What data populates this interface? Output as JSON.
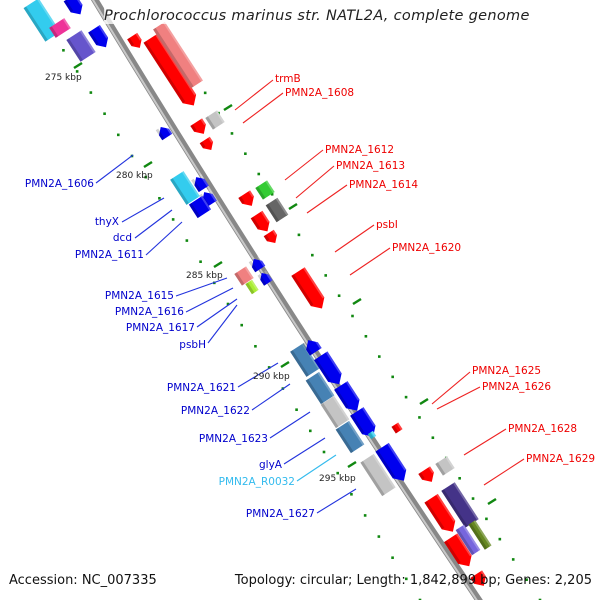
{
  "title": "Prochlorococcus marinus str. NATL2A, complete genome",
  "footer": {
    "accession": "Accession: NC_007335",
    "summary": "Topology: circular; Length: 1,842,899 bp; Genes: 2,205"
  },
  "colors": {
    "backbone": "#8c8c8c",
    "forward_label": "#ee0000",
    "reverse_label": "#0000cc",
    "rna_label": "#33bbee",
    "tick": "#118811",
    "tick_label": "#222222"
  },
  "ticks": [
    {
      "label": "275 kbp"
    },
    {
      "label": "280 kbp"
    },
    {
      "label": "285 kbp"
    },
    {
      "label": "290 kbp"
    },
    {
      "label": "295 kbp"
    }
  ],
  "labels_forward": [
    {
      "text": "trmB"
    },
    {
      "text": "PMN2A_1608"
    },
    {
      "text": "PMN2A_1612"
    },
    {
      "text": "PMN2A_1613"
    },
    {
      "text": "PMN2A_1614"
    },
    {
      "text": "psbI"
    },
    {
      "text": "PMN2A_1620"
    },
    {
      "text": "PMN2A_1625"
    },
    {
      "text": "PMN2A_1626"
    },
    {
      "text": "PMN2A_1628"
    },
    {
      "text": "PMN2A_1629"
    }
  ],
  "labels_reverse": [
    {
      "text": "PMN2A_1606"
    },
    {
      "text": "thyX"
    },
    {
      "text": "dcd"
    },
    {
      "text": "PMN2A_1611"
    },
    {
      "text": "PMN2A_1615"
    },
    {
      "text": "PMN2A_1616"
    },
    {
      "text": "PMN2A_1617"
    },
    {
      "text": "psbH"
    },
    {
      "text": "PMN2A_1621"
    },
    {
      "text": "PMN2A_1622"
    },
    {
      "text": "PMN2A_1623"
    },
    {
      "text": "glyA"
    },
    {
      "text": "PMN2A_R0032",
      "rna": true
    },
    {
      "text": "PMN2A_1627"
    }
  ]
}
